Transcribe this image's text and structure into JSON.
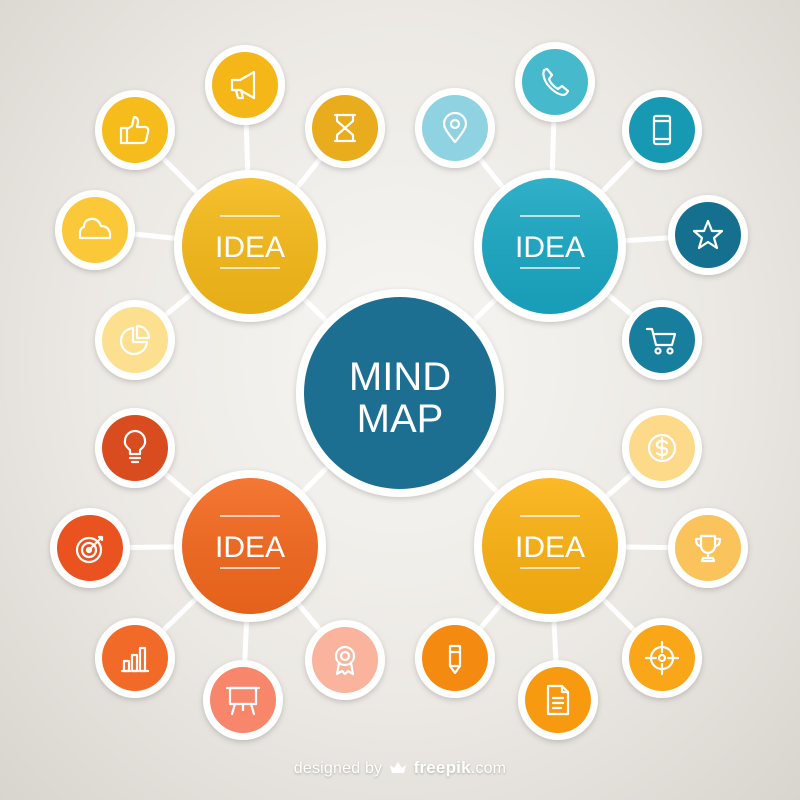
{
  "colors": {
    "ring": "#ffffff",
    "connector": "#ffffff",
    "center": "#1d6f91",
    "yellow": "#f5b918",
    "teal": "#1aa7c3",
    "orange": "#f3681d",
    "amber": "#fbb111"
  },
  "center": {
    "line1": "MIND",
    "line2": "MAP"
  },
  "ideas": [
    {
      "id": "yellow",
      "label": "IDEA",
      "color": "#f5b918",
      "icons": [
        {
          "name": "megaphone-icon",
          "color": "#f5b718"
        },
        {
          "name": "thumbs-up-icon",
          "color": "#f6bc1c"
        },
        {
          "name": "hourglass-icon",
          "color": "#e8ac1c"
        },
        {
          "name": "cloud-icon",
          "color": "#fbc83a"
        },
        {
          "name": "pie-chart-icon",
          "color": "#fde08f"
        }
      ]
    },
    {
      "id": "teal",
      "label": "IDEA",
      "color": "#1aa7c3",
      "icons": [
        {
          "name": "phone-icon",
          "color": "#46b9cc"
        },
        {
          "name": "location-pin-icon",
          "color": "#8fd3e2"
        },
        {
          "name": "mobile-icon",
          "color": "#1798b3"
        },
        {
          "name": "star-icon",
          "color": "#156f8f"
        },
        {
          "name": "cart-icon",
          "color": "#177e9e"
        }
      ]
    },
    {
      "id": "orange",
      "label": "IDEA",
      "color": "#f3681d",
      "icons": [
        {
          "name": "lightbulb-icon",
          "color": "#d94c20"
        },
        {
          "name": "target-icon",
          "color": "#ea5320"
        },
        {
          "name": "bar-chart-icon",
          "color": "#f26a28"
        },
        {
          "name": "presentation-board-icon",
          "color": "#f7866a"
        },
        {
          "name": "award-badge-icon",
          "color": "#fab39c"
        }
      ]
    },
    {
      "id": "amber",
      "label": "IDEA",
      "color": "#fbb111",
      "icons": [
        {
          "name": "dollar-coin-icon",
          "color": "#fdd98a"
        },
        {
          "name": "trophy-icon",
          "color": "#fbc35c"
        },
        {
          "name": "crosshair-icon",
          "color": "#f9a618"
        },
        {
          "name": "document-icon",
          "color": "#f79a10"
        },
        {
          "name": "pencil-icon",
          "color": "#f58a10"
        }
      ]
    }
  ],
  "credit": {
    "prefix": "designed by",
    "brand": "freepik",
    "suffix": ".com"
  }
}
